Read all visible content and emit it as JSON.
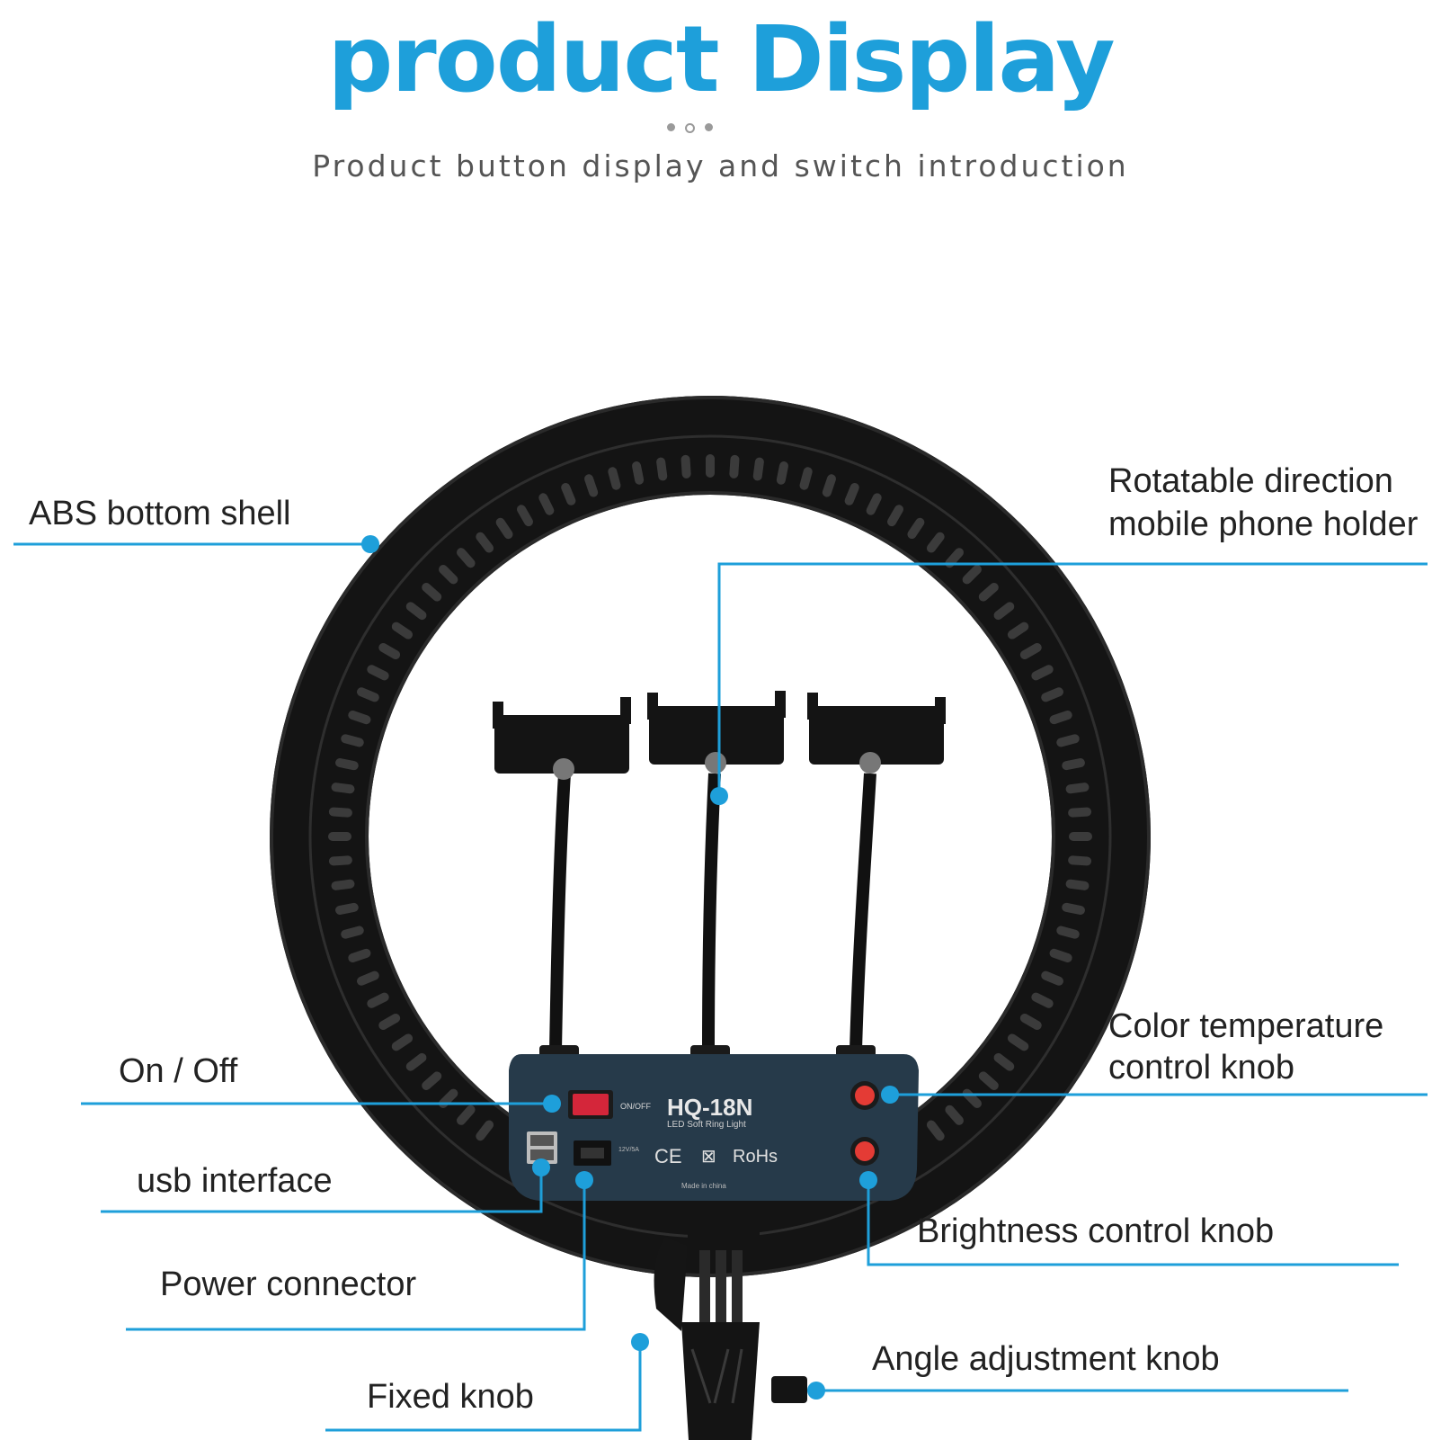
{
  "header": {
    "title": "product Display",
    "subtitle": "Product button display and switch introduction"
  },
  "device": {
    "model": "HQ-18N",
    "model_sub": "LED Soft Ring Light",
    "switch_label": "ON/OFF",
    "ce_mark": "CE",
    "rohs_mark": "RoHs",
    "origin": "Made in china"
  },
  "callouts": {
    "abs_shell": "ABS bottom shell",
    "phone_holder_line1": "Rotatable direction",
    "phone_holder_line2": "mobile phone holder",
    "on_off": "On / Off",
    "usb": "usb interface",
    "power": "Power connector",
    "fixed_knob": "Fixed knob",
    "color_temp_line1": "Color temperature",
    "color_temp_line2": "control knob",
    "brightness": "Brightness control knob",
    "angle": "Angle adjustment knob"
  },
  "colors": {
    "accent": "#1e9fda",
    "product": "#141414",
    "panel": "#263a4a",
    "knob": "#e43b35",
    "switch": "#d4263a"
  }
}
